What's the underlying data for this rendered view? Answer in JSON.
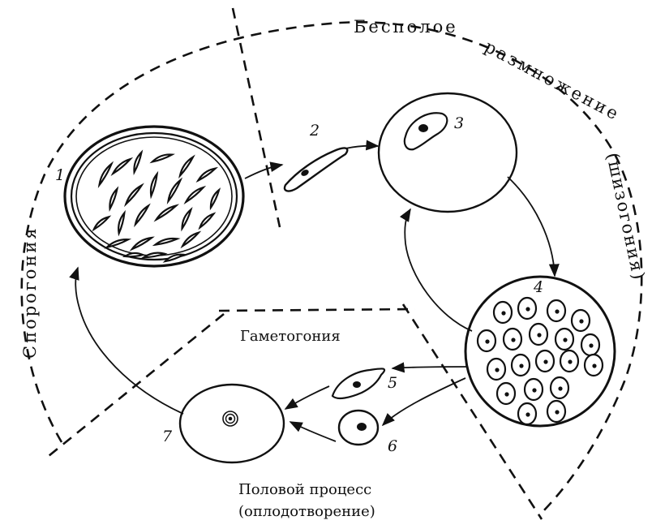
{
  "labels": {
    "asexual_line1": "Бесполое",
    "asexual_line2": "размножение",
    "asexual_line3": "(шизогония)",
    "sporogony": "Спорогония",
    "gametogony": "Гаметогония",
    "sexual_line1": "Половой процесс",
    "sexual_line2": "(оплодотворение)"
  },
  "stage_numbers": {
    "n1": "1",
    "n2": "2",
    "n3": "3",
    "n4": "4",
    "n5": "5",
    "n6": "6",
    "n7": "7"
  }
}
